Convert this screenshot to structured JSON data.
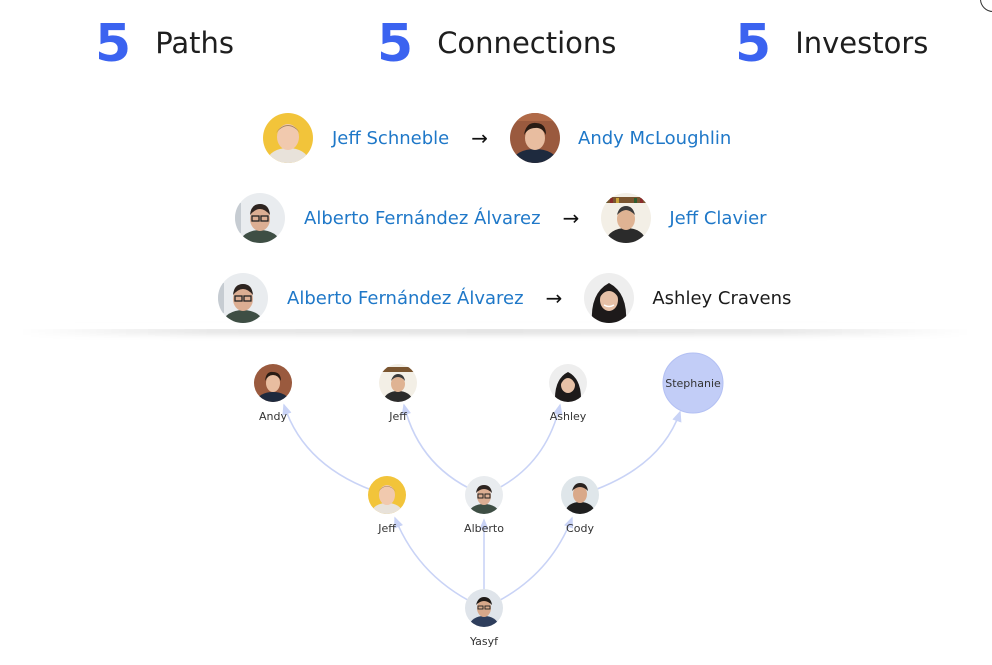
{
  "stats": [
    {
      "value": "5",
      "label": "Paths"
    },
    {
      "value": "5",
      "label": "Connections"
    },
    {
      "value": "5",
      "label": "Investors"
    }
  ],
  "paths": [
    {
      "from": "Jeff Schneble",
      "arrow": "→",
      "to": "Andy McLoughlin",
      "to_is_link": true
    },
    {
      "from": "Alberto Fernández Álvarez",
      "arrow": "→",
      "to": "Jeff Clavier",
      "to_is_link": true
    },
    {
      "from": "Alberto Fernández Álvarez",
      "arrow": "→",
      "to": "Ashley Cravens",
      "to_is_link": false
    }
  ],
  "graph": {
    "nodes": {
      "andy": "Andy",
      "jeff_clavier": "Jeff",
      "ashley": "Ashley",
      "stephanie": "Stephanie",
      "jeff_schneble": "Jeff",
      "alberto": "Alberto",
      "cody": "Cody",
      "yasyf": "Yasyf"
    }
  },
  "colors": {
    "accent_number": "#3b63f0",
    "link": "#1f78c8",
    "edge": "#c9d3f6",
    "stephanie_node": "#c2cdf7"
  },
  "icons": [
    "avatar-photo",
    "arrow-right",
    "close-icon"
  ]
}
